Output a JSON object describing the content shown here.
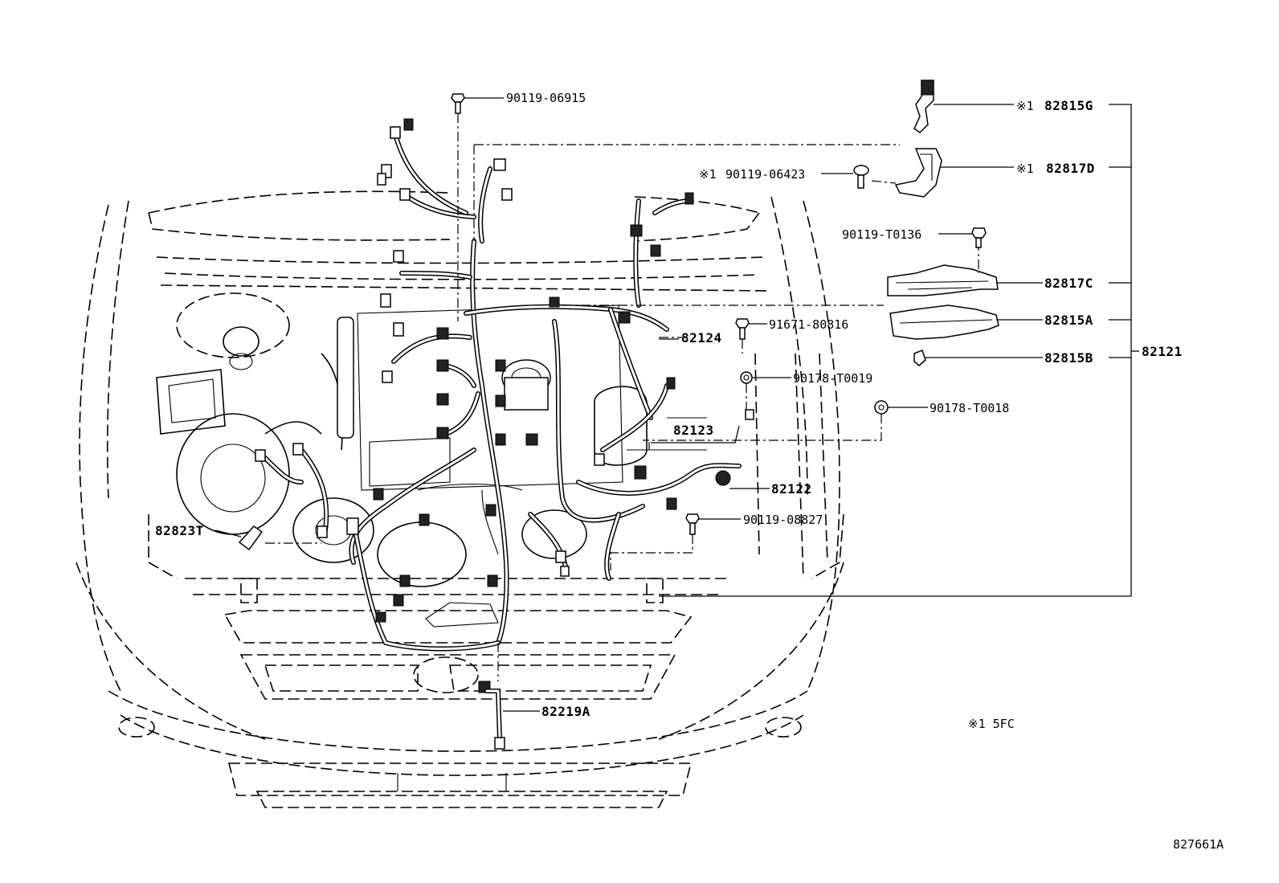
{
  "labels": {
    "p90119_06915": "90119-06915",
    "p82815G": "82815G",
    "p82817D": "82817D",
    "p90119_06423": "90119-06423",
    "p90119_T0136": "90119-T0136",
    "p82817C": "82817C",
    "p82815A": "82815A",
    "p91671_80816": "91671-80816",
    "p82124": "82124",
    "p82815B": "82815B",
    "p82121": "82121",
    "p90178_T0019": "90178-T0019",
    "p90178_T0018": "90178-T0018",
    "p82123": "82123",
    "p82122": "82122",
    "p90119_08827": "90119-08827",
    "p82823T": "82823T",
    "p82219A": "82219A"
  },
  "marks": {
    "m82815G": "※1",
    "m82817D": "※1",
    "m90119_06423": "※1"
  },
  "footnote": "※1 5FC",
  "drawing_number": "827661A"
}
